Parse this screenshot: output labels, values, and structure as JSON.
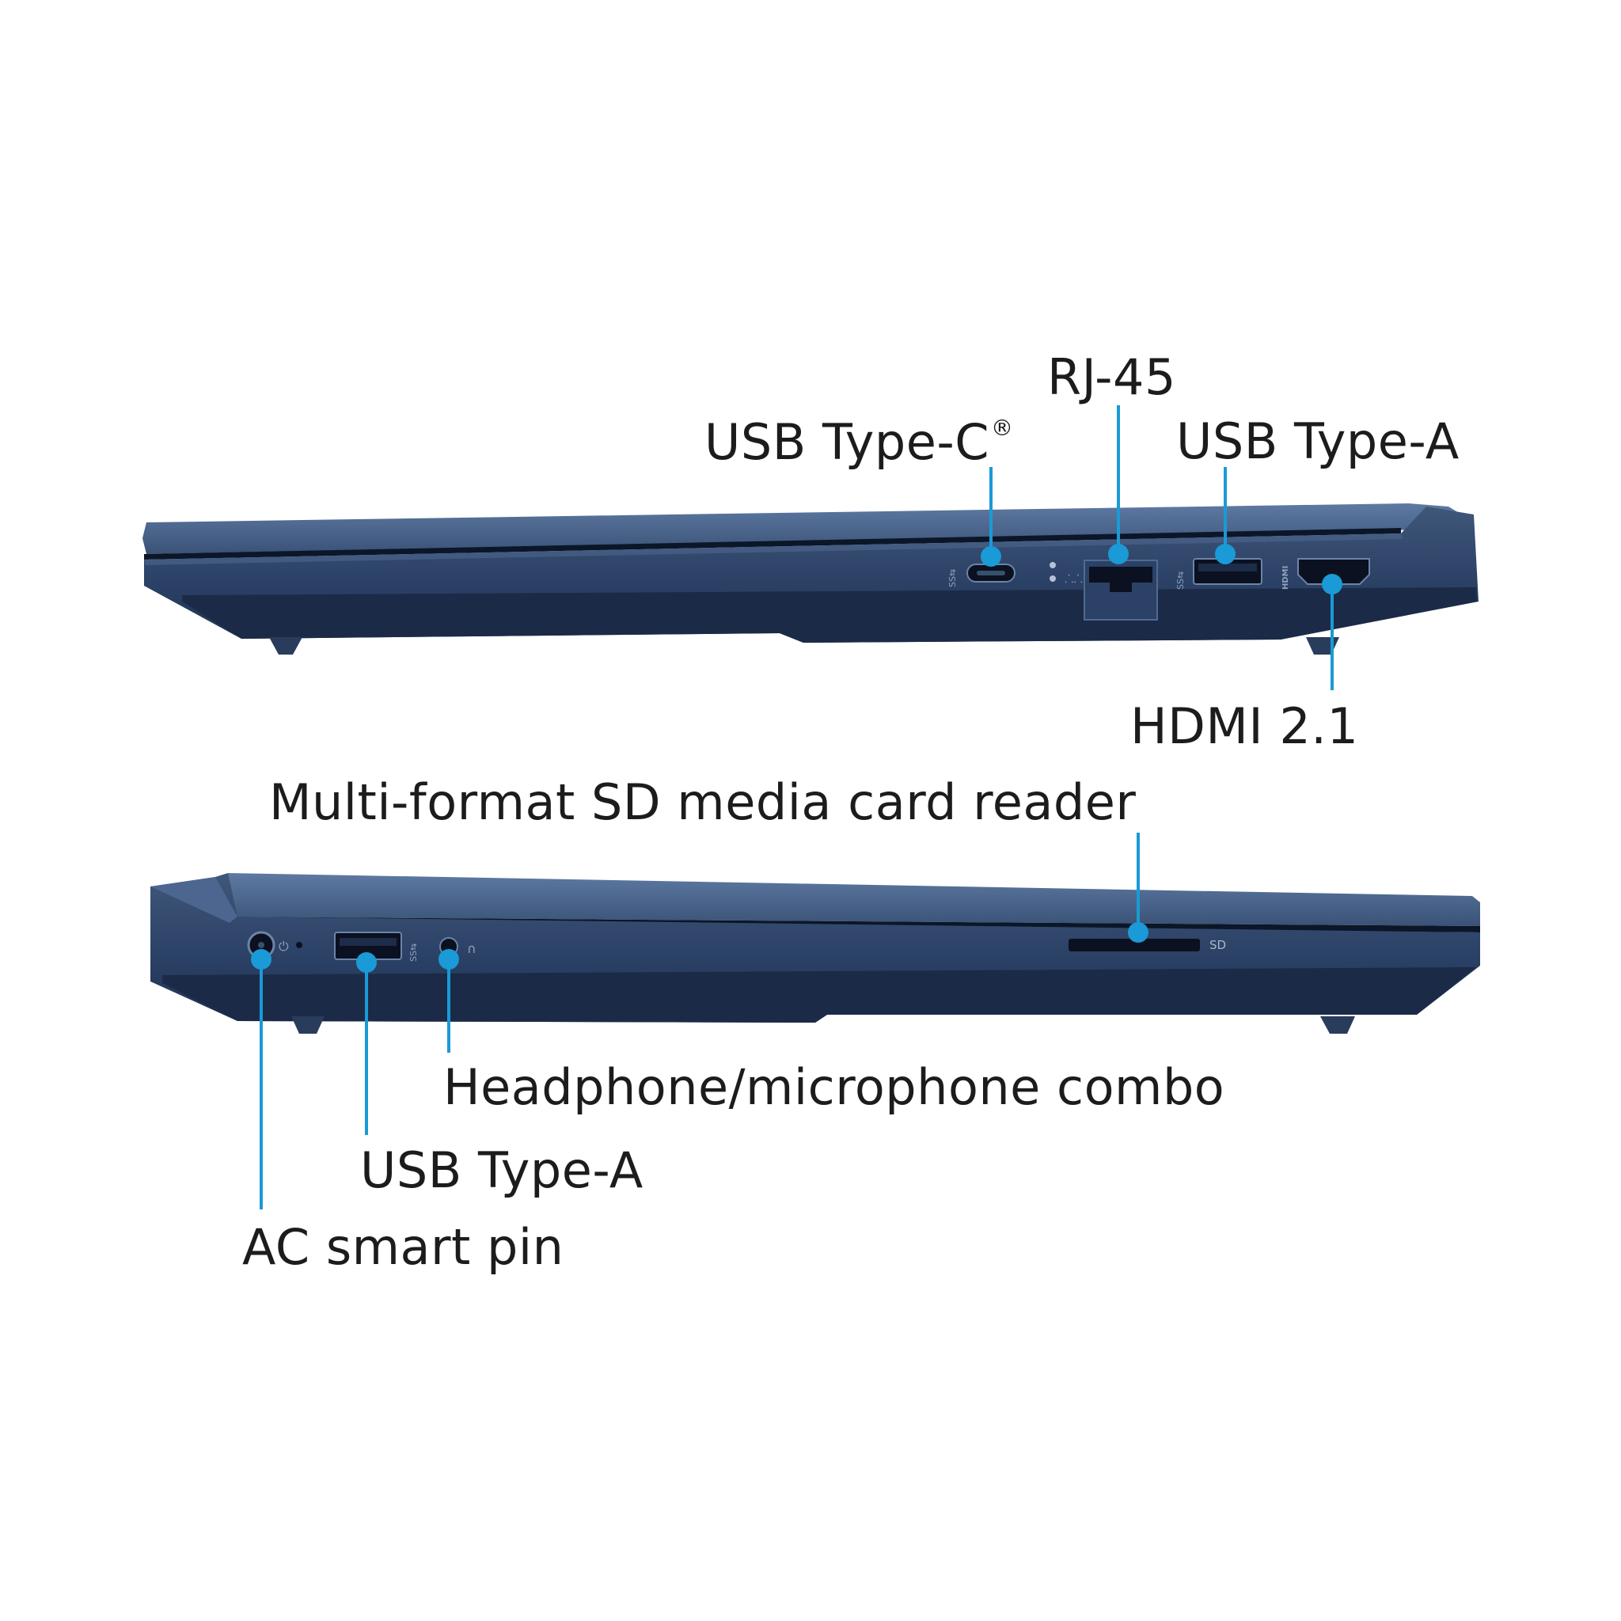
{
  "top_view": {
    "labels": {
      "usb_c": "USB Type-C",
      "usb_c_mark": "®",
      "rj45": "RJ-45",
      "usb_a": "USB Type-A",
      "hdmi": "HDMI 2.1"
    }
  },
  "bottom_view": {
    "labels": {
      "sd_reader": "Multi-format SD media card reader",
      "headphone": "Headphone/microphone combo",
      "usb_a": "USB Type-A",
      "ac_pin": "AC smart pin"
    },
    "sd_slot_text": "SD"
  },
  "colors": {
    "chassis_lid": "#3d5578",
    "chassis_body": "#24385a",
    "chassis_edge": "#57709a",
    "port_dark": "#0b1120",
    "callout": "#1a9ad6"
  }
}
